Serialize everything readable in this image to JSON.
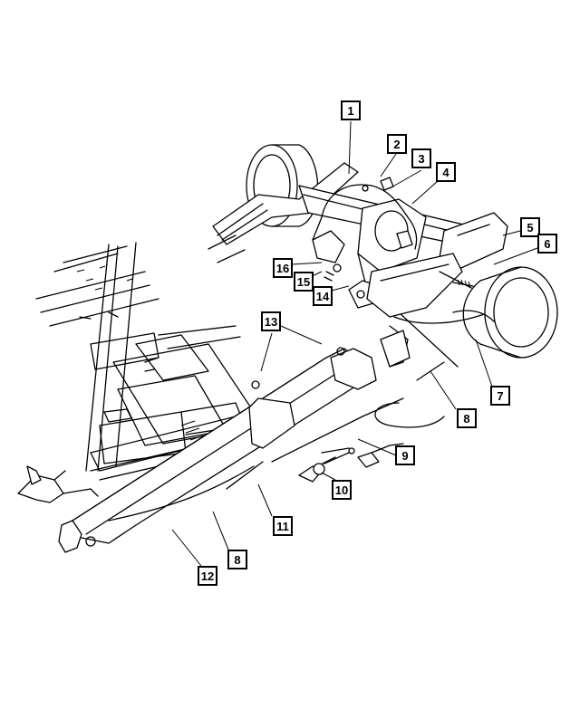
{
  "figure": {
    "callouts": [
      {
        "id": "c1",
        "label": "1"
      },
      {
        "id": "c2",
        "label": "2"
      },
      {
        "id": "c3",
        "label": "3"
      },
      {
        "id": "c4",
        "label": "4"
      },
      {
        "id": "c5",
        "label": "5"
      },
      {
        "id": "c6",
        "label": "6"
      },
      {
        "id": "c7",
        "label": "7"
      },
      {
        "id": "c8a",
        "label": "8"
      },
      {
        "id": "c8b",
        "label": "8"
      },
      {
        "id": "c9",
        "label": "9"
      },
      {
        "id": "c10",
        "label": "10"
      },
      {
        "id": "c11",
        "label": "11"
      },
      {
        "id": "c12",
        "label": "12"
      },
      {
        "id": "c13",
        "label": "13"
      },
      {
        "id": "c14",
        "label": "14"
      },
      {
        "id": "c15",
        "label": "15"
      },
      {
        "id": "c16",
        "label": "16"
      }
    ]
  }
}
